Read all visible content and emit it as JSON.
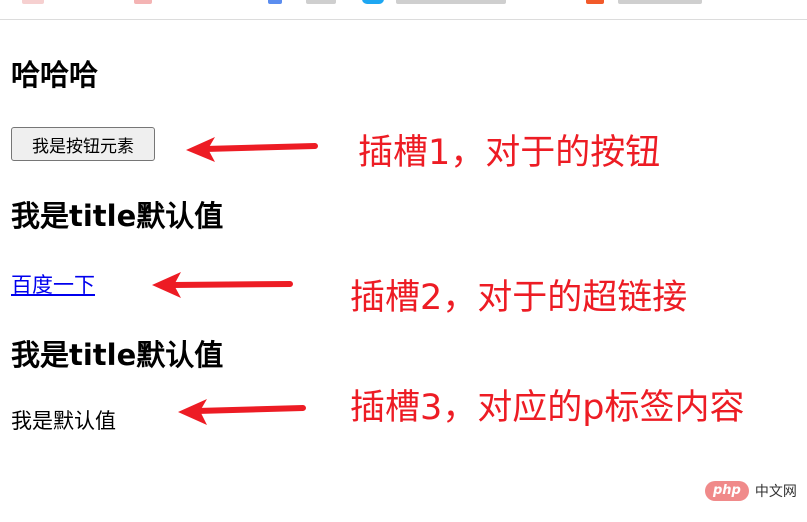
{
  "browser": {
    "bookmark_bar": {
      "items": [
        {
          "icon": "bookmark-favicon-pink",
          "color": "#f6d0d0"
        },
        {
          "icon": "bookmark-favicon-red",
          "color": "#f4b4b4"
        },
        {
          "icon": "bookmark-favicon-doc",
          "color": "#5b8def"
        },
        {
          "icon": "bookmark-favicon-blue",
          "color": "#1ea7f2"
        },
        {
          "icon": "bookmark-favicon-orange",
          "color": "#f25a2a"
        }
      ]
    }
  },
  "page": {
    "heading_main": "哈哈哈",
    "slot1_button_label": "我是按钮元素",
    "heading_title_1": "我是title默认值",
    "slot2_link_text": "百度一下",
    "heading_title_2": "我是title默认值",
    "slot3_paragraph": "我是默认值"
  },
  "annotations": {
    "color": "#ed1c24",
    "notes": [
      {
        "text": "插槽1，对于的按钮",
        "arrow": "arrow-left"
      },
      {
        "text": "插槽2，对于的超链接",
        "arrow": "arrow-left"
      },
      {
        "text": "插槽3，对应的p标签内容",
        "arrow": "arrow-left"
      }
    ]
  },
  "watermark": {
    "logo_text": "php",
    "site_text": "中文网"
  }
}
